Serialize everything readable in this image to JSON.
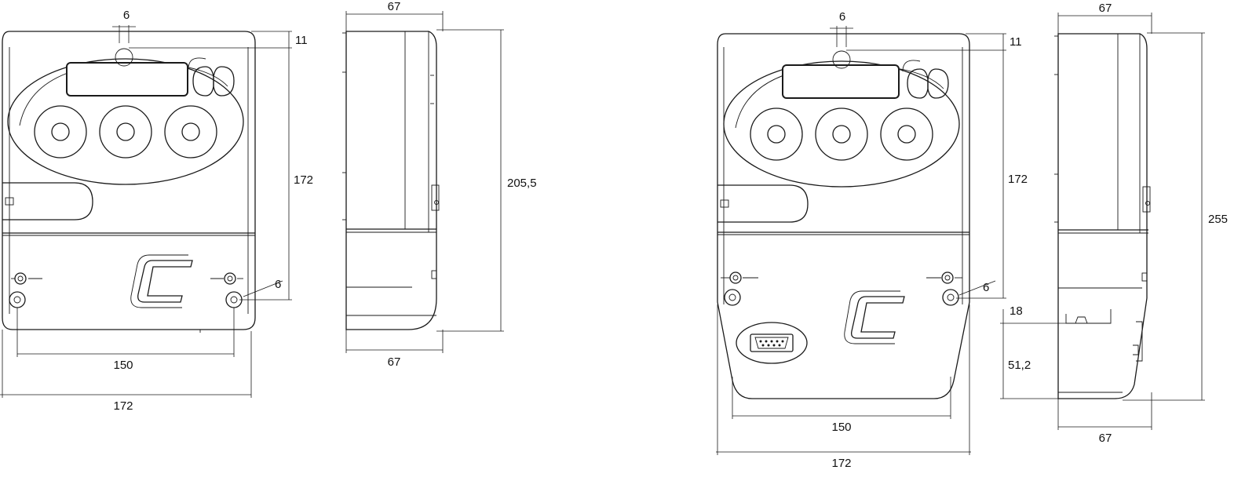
{
  "labels": {
    "v1_top_slot": "6",
    "v1_top_offset": "11",
    "v1_height": "172",
    "v1_hole": "6",
    "v1_hole_spacing": "150",
    "v1_width": "172",
    "v2_depth_top": "67",
    "v2_height": "205,5",
    "v2_depth_bottom": "67",
    "v3_top_slot": "6",
    "v3_top_offset": "11",
    "v3_height": "172",
    "v3_hole": "6",
    "v3_gap": "18",
    "v3_cover": "51,2",
    "v3_hole_spacing": "150",
    "v3_width": "172",
    "v4_depth_top": "67",
    "v4_height": "255",
    "v4_depth_bottom": "67"
  },
  "colors": {
    "line": "#1a1a1a",
    "display": "#2a2a2a",
    "background": "#ffffff"
  }
}
